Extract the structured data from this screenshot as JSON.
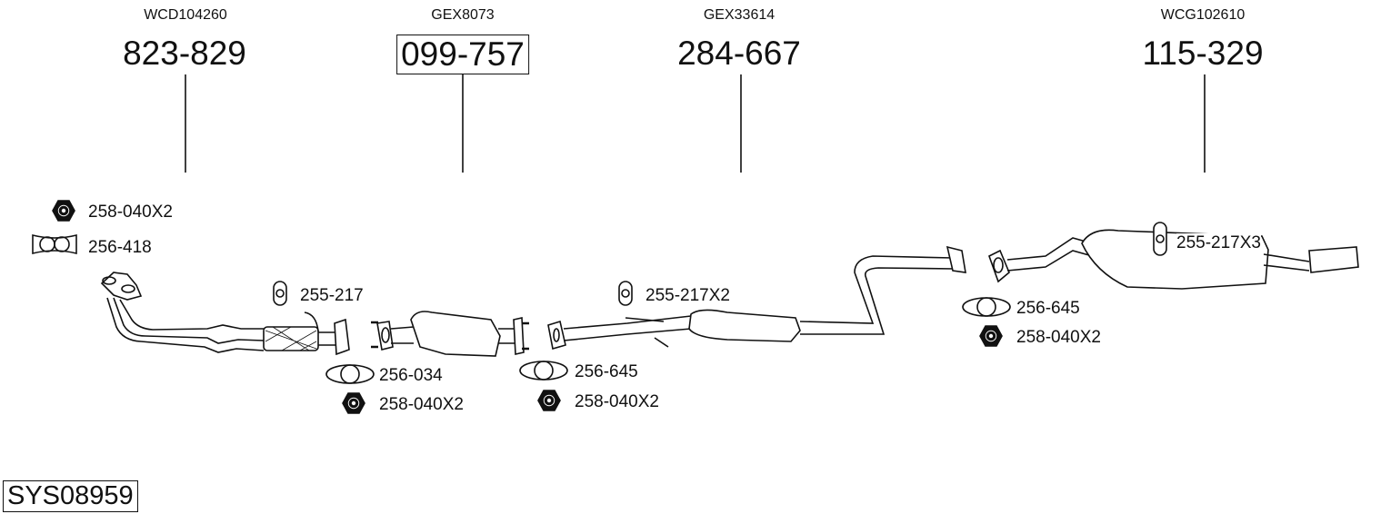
{
  "system_code": "SYS08959",
  "main_parts": [
    {
      "oe_code": "WCD104260",
      "part_number": "823-829",
      "boxed": false
    },
    {
      "oe_code": "GEX8073",
      "part_number": "099-757",
      "boxed": true
    },
    {
      "oe_code": "GEX33614",
      "part_number": "284-667",
      "boxed": false
    },
    {
      "oe_code": "WCG102610",
      "part_number": "115-329",
      "boxed": false
    }
  ],
  "accessories": [
    {
      "icon": "nut-icon",
      "label": "258-040X2"
    },
    {
      "icon": "gasket-icon",
      "label": "256-418"
    },
    {
      "icon": "rubber-mount-icon",
      "label": "255-217"
    },
    {
      "icon": "gasket-icon",
      "label": "256-034"
    },
    {
      "icon": "nut-icon",
      "label": "258-040X2"
    },
    {
      "icon": "rubber-mount-icon",
      "label": "255-217X2"
    },
    {
      "icon": "gasket-icon",
      "label": "256-645"
    },
    {
      "icon": "nut-icon",
      "label": "258-040X2"
    },
    {
      "icon": "gasket-icon",
      "label": "256-645"
    },
    {
      "icon": "nut-icon",
      "label": "258-040X2"
    },
    {
      "icon": "rubber-mount-icon",
      "label": "255-217X3"
    }
  ]
}
